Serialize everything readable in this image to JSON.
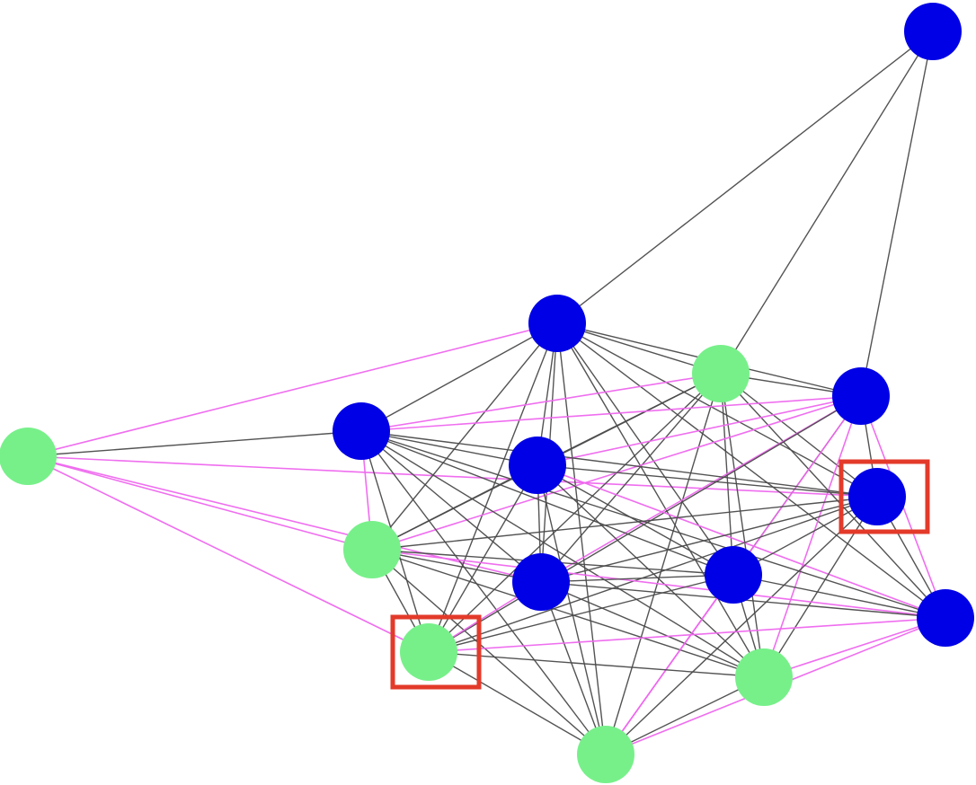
{
  "colors": {
    "blue_node": "#0000e6",
    "green_node": "#77f08a",
    "black_edge": "#4a4a4a",
    "pink_edge": "#ee66ee",
    "highlight_box": "#e33a2a",
    "background": "#ffffff"
  },
  "graph": {
    "nodes": [
      {
        "id": "b_top",
        "color": "blue",
        "highlighted": false
      },
      {
        "id": "b1",
        "color": "blue",
        "highlighted": false
      },
      {
        "id": "g1",
        "color": "green",
        "highlighted": false
      },
      {
        "id": "b2",
        "color": "blue",
        "highlighted": false
      },
      {
        "id": "g_left",
        "color": "green",
        "highlighted": false
      },
      {
        "id": "b3",
        "color": "blue",
        "highlighted": false
      },
      {
        "id": "b4",
        "color": "blue",
        "highlighted": false
      },
      {
        "id": "b5",
        "color": "blue",
        "highlighted": true
      },
      {
        "id": "g2",
        "color": "green",
        "highlighted": false
      },
      {
        "id": "b6",
        "color": "blue",
        "highlighted": false
      },
      {
        "id": "b7",
        "color": "blue",
        "highlighted": false
      },
      {
        "id": "b8",
        "color": "blue",
        "highlighted": false
      },
      {
        "id": "g3",
        "color": "green",
        "highlighted": true
      },
      {
        "id": "g4",
        "color": "green",
        "highlighted": false
      },
      {
        "id": "g5",
        "color": "green",
        "highlighted": false
      }
    ],
    "edges": [
      {
        "from": "b_top",
        "to": "b1",
        "type": "black"
      },
      {
        "from": "b_top",
        "to": "g1",
        "type": "black"
      },
      {
        "from": "b_top",
        "to": "b2",
        "type": "black"
      },
      {
        "from": "g_left",
        "to": "b1",
        "type": "pink"
      },
      {
        "from": "g_left",
        "to": "b3",
        "type": "black"
      },
      {
        "from": "g_left",
        "to": "b5",
        "type": "pink"
      },
      {
        "from": "g_left",
        "to": "g2",
        "type": "pink"
      },
      {
        "from": "g_left",
        "to": "g3",
        "type": "pink"
      },
      {
        "from": "g_left",
        "to": "b6",
        "type": "pink"
      },
      {
        "from": "b1",
        "to": "g1",
        "type": "black"
      },
      {
        "from": "b1",
        "to": "b2",
        "type": "black"
      },
      {
        "from": "b1",
        "to": "b3",
        "type": "black"
      },
      {
        "from": "b1",
        "to": "b4",
        "type": "black"
      },
      {
        "from": "b1",
        "to": "g2",
        "type": "black"
      },
      {
        "from": "b1",
        "to": "b6",
        "type": "black"
      },
      {
        "from": "b1",
        "to": "b7",
        "type": "black"
      },
      {
        "from": "b1",
        "to": "b5",
        "type": "black"
      },
      {
        "from": "b1",
        "to": "g3",
        "type": "black"
      },
      {
        "from": "b1",
        "to": "g4",
        "type": "black"
      },
      {
        "from": "b1",
        "to": "b8",
        "type": "black"
      },
      {
        "from": "b1",
        "to": "g5",
        "type": "black"
      },
      {
        "from": "g1",
        "to": "b2",
        "type": "black"
      },
      {
        "from": "g1",
        "to": "b4",
        "type": "black"
      },
      {
        "from": "g1",
        "to": "b3",
        "type": "pink"
      },
      {
        "from": "g1",
        "to": "g2",
        "type": "black"
      },
      {
        "from": "g1",
        "to": "b6",
        "type": "black"
      },
      {
        "from": "g1",
        "to": "b7",
        "type": "black"
      },
      {
        "from": "g1",
        "to": "g3",
        "type": "black"
      },
      {
        "from": "g1",
        "to": "g4",
        "type": "black"
      },
      {
        "from": "g1",
        "to": "g5",
        "type": "black"
      },
      {
        "from": "g1",
        "to": "b5",
        "type": "black"
      },
      {
        "from": "g1",
        "to": "b8",
        "type": "black"
      },
      {
        "from": "b2",
        "to": "b3",
        "type": "pink"
      },
      {
        "from": "b2",
        "to": "b4",
        "type": "pink"
      },
      {
        "from": "b2",
        "to": "g2",
        "type": "pink"
      },
      {
        "from": "b2",
        "to": "b6",
        "type": "pink"
      },
      {
        "from": "b2",
        "to": "b7",
        "type": "black"
      },
      {
        "from": "b2",
        "to": "b5",
        "type": "black"
      },
      {
        "from": "b2",
        "to": "b8",
        "type": "pink"
      },
      {
        "from": "b2",
        "to": "g3",
        "type": "black"
      },
      {
        "from": "b2",
        "to": "g4",
        "type": "pink"
      },
      {
        "from": "b2",
        "to": "g5",
        "type": "pink"
      },
      {
        "from": "b3",
        "to": "b4",
        "type": "black"
      },
      {
        "from": "b3",
        "to": "g2",
        "type": "pink"
      },
      {
        "from": "b3",
        "to": "b6",
        "type": "black"
      },
      {
        "from": "b3",
        "to": "b7",
        "type": "black"
      },
      {
        "from": "b3",
        "to": "b5",
        "type": "black"
      },
      {
        "from": "b3",
        "to": "g3",
        "type": "black"
      },
      {
        "from": "b3",
        "to": "g4",
        "type": "black"
      },
      {
        "from": "b3",
        "to": "g5",
        "type": "black"
      },
      {
        "from": "b3",
        "to": "b8",
        "type": "black"
      },
      {
        "from": "b4",
        "to": "g2",
        "type": "black"
      },
      {
        "from": "b4",
        "to": "b6",
        "type": "black"
      },
      {
        "from": "b4",
        "to": "b7",
        "type": "black"
      },
      {
        "from": "b4",
        "to": "b5",
        "type": "black"
      },
      {
        "from": "b4",
        "to": "g3",
        "type": "black"
      },
      {
        "from": "b4",
        "to": "g4",
        "type": "black"
      },
      {
        "from": "b4",
        "to": "g5",
        "type": "black"
      },
      {
        "from": "b4",
        "to": "b8",
        "type": "pink"
      },
      {
        "from": "b5",
        "to": "g2",
        "type": "black"
      },
      {
        "from": "b5",
        "to": "b6",
        "type": "black"
      },
      {
        "from": "b5",
        "to": "b7",
        "type": "black"
      },
      {
        "from": "b5",
        "to": "g3",
        "type": "black"
      },
      {
        "from": "b5",
        "to": "g4",
        "type": "black"
      },
      {
        "from": "b5",
        "to": "b8",
        "type": "black"
      },
      {
        "from": "b5",
        "to": "g5",
        "type": "black"
      },
      {
        "from": "g2",
        "to": "b6",
        "type": "black"
      },
      {
        "from": "g2",
        "to": "b7",
        "type": "black"
      },
      {
        "from": "g2",
        "to": "g3",
        "type": "black"
      },
      {
        "from": "g2",
        "to": "g4",
        "type": "black"
      },
      {
        "from": "g2",
        "to": "g5",
        "type": "black"
      },
      {
        "from": "g2",
        "to": "b8",
        "type": "pink"
      },
      {
        "from": "b6",
        "to": "b7",
        "type": "black"
      },
      {
        "from": "b6",
        "to": "g3",
        "type": "pink"
      },
      {
        "from": "b6",
        "to": "g4",
        "type": "black"
      },
      {
        "from": "b6",
        "to": "g5",
        "type": "black"
      },
      {
        "from": "b6",
        "to": "b8",
        "type": "black"
      },
      {
        "from": "b7",
        "to": "g3",
        "type": "black"
      },
      {
        "from": "b7",
        "to": "g4",
        "type": "black"
      },
      {
        "from": "b7",
        "to": "g5",
        "type": "pink"
      },
      {
        "from": "b7",
        "to": "b8",
        "type": "black"
      },
      {
        "from": "b8",
        "to": "g3",
        "type": "pink"
      },
      {
        "from": "b8",
        "to": "g4",
        "type": "pink"
      },
      {
        "from": "b8",
        "to": "g5",
        "type": "pink"
      },
      {
        "from": "g3",
        "to": "g4",
        "type": "black"
      },
      {
        "from": "g3",
        "to": "g5",
        "type": "black"
      },
      {
        "from": "g4",
        "to": "g5",
        "type": "black"
      }
    ]
  }
}
